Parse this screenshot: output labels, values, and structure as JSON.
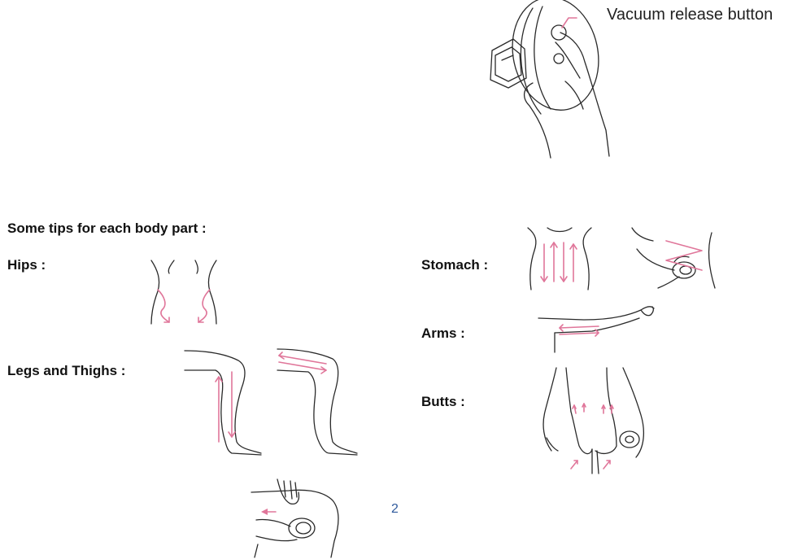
{
  "callout": {
    "vacuum_release_label": "Vacuum release button"
  },
  "section": {
    "heading": "Some tips for each body part :",
    "hips": "Hips :",
    "legs_thighs": "Legs and Thighs :",
    "stomach": "Stomach :",
    "arms": "Arms :",
    "butts": "Butts :"
  },
  "page_number": "2",
  "colors": {
    "accent_pink": "#e0769a",
    "page_number_blue": "#2f5a9c",
    "line_art": "#2a2a2a"
  },
  "illustrations": [
    "device-hand-illustration",
    "hips-illustration",
    "legs-illustration",
    "knee-massage-illustration",
    "stomach-illustration",
    "arm-illustration",
    "butts-illustration"
  ]
}
